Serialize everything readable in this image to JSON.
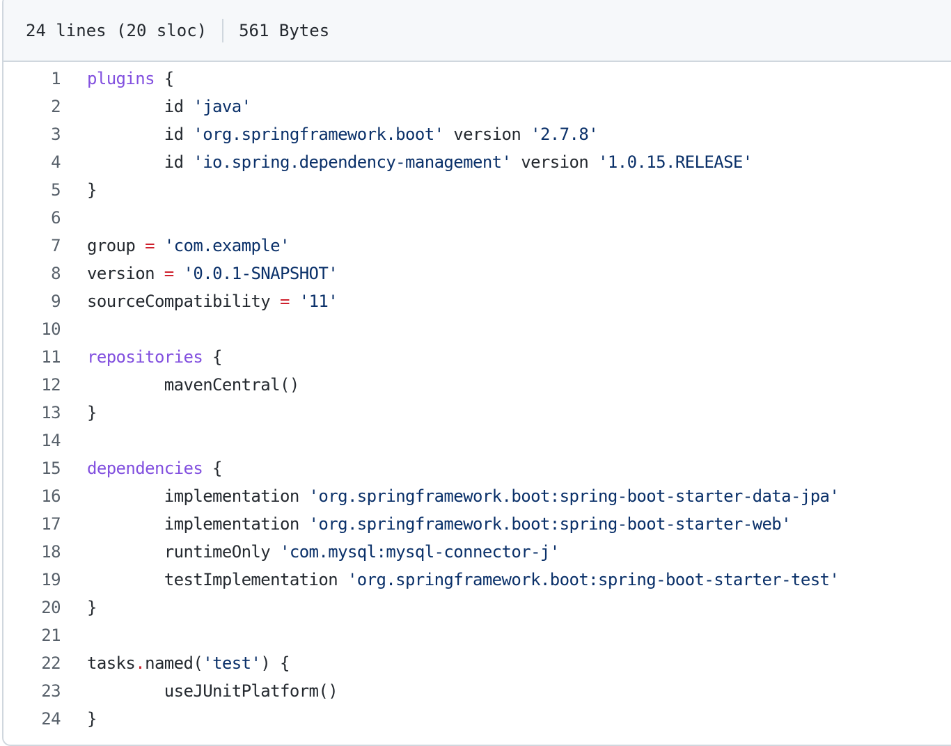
{
  "header": {
    "lines_info": "24 lines (20 sloc)",
    "size_info": "561 Bytes"
  },
  "code_lines": [
    {
      "n": "1",
      "tokens": [
        {
          "t": "plugins",
          "c": "kw"
        },
        {
          "t": " {",
          "c": "id"
        }
      ]
    },
    {
      "n": "2",
      "tokens": [
        {
          "t": "        id ",
          "c": "id"
        },
        {
          "t": "'java'",
          "c": "str"
        }
      ]
    },
    {
      "n": "3",
      "tokens": [
        {
          "t": "        id ",
          "c": "id"
        },
        {
          "t": "'org.springframework.boot'",
          "c": "str"
        },
        {
          "t": " version ",
          "c": "id"
        },
        {
          "t": "'2.7.8'",
          "c": "str"
        }
      ]
    },
    {
      "n": "4",
      "tokens": [
        {
          "t": "        id ",
          "c": "id"
        },
        {
          "t": "'io.spring.dependency-management'",
          "c": "str"
        },
        {
          "t": " version ",
          "c": "id"
        },
        {
          "t": "'1.0.15.RELEASE'",
          "c": "str"
        }
      ]
    },
    {
      "n": "5",
      "tokens": [
        {
          "t": "}",
          "c": "id"
        }
      ]
    },
    {
      "n": "6",
      "tokens": []
    },
    {
      "n": "7",
      "tokens": [
        {
          "t": "group ",
          "c": "id"
        },
        {
          "t": "=",
          "c": "op"
        },
        {
          "t": " ",
          "c": "id"
        },
        {
          "t": "'com.example'",
          "c": "str"
        }
      ]
    },
    {
      "n": "8",
      "tokens": [
        {
          "t": "version ",
          "c": "id"
        },
        {
          "t": "=",
          "c": "op"
        },
        {
          "t": " ",
          "c": "id"
        },
        {
          "t": "'0.0.1-SNAPSHOT'",
          "c": "str"
        }
      ]
    },
    {
      "n": "9",
      "tokens": [
        {
          "t": "sourceCompatibility ",
          "c": "id"
        },
        {
          "t": "=",
          "c": "op"
        },
        {
          "t": " ",
          "c": "id"
        },
        {
          "t": "'11'",
          "c": "str"
        }
      ]
    },
    {
      "n": "10",
      "tokens": []
    },
    {
      "n": "11",
      "tokens": [
        {
          "t": "repositories",
          "c": "kw"
        },
        {
          "t": " {",
          "c": "id"
        }
      ]
    },
    {
      "n": "12",
      "tokens": [
        {
          "t": "        mavenCentral()",
          "c": "id"
        }
      ]
    },
    {
      "n": "13",
      "tokens": [
        {
          "t": "}",
          "c": "id"
        }
      ]
    },
    {
      "n": "14",
      "tokens": []
    },
    {
      "n": "15",
      "tokens": [
        {
          "t": "dependencies",
          "c": "kw"
        },
        {
          "t": " {",
          "c": "id"
        }
      ]
    },
    {
      "n": "16",
      "tokens": [
        {
          "t": "        implementation ",
          "c": "id"
        },
        {
          "t": "'org.springframework.boot:spring-boot-starter-data-jpa'",
          "c": "str"
        }
      ]
    },
    {
      "n": "17",
      "tokens": [
        {
          "t": "        implementation ",
          "c": "id"
        },
        {
          "t": "'org.springframework.boot:spring-boot-starter-web'",
          "c": "str"
        }
      ]
    },
    {
      "n": "18",
      "tokens": [
        {
          "t": "        runtimeOnly ",
          "c": "id"
        },
        {
          "t": "'com.mysql:mysql-connector-j'",
          "c": "str"
        }
      ]
    },
    {
      "n": "19",
      "tokens": [
        {
          "t": "        testImplementation ",
          "c": "id"
        },
        {
          "t": "'org.springframework.boot:spring-boot-starter-test'",
          "c": "str"
        }
      ]
    },
    {
      "n": "20",
      "tokens": [
        {
          "t": "}",
          "c": "id"
        }
      ]
    },
    {
      "n": "21",
      "tokens": []
    },
    {
      "n": "22",
      "tokens": [
        {
          "t": "tasks",
          "c": "id"
        },
        {
          "t": ".",
          "c": "op"
        },
        {
          "t": "named(",
          "c": "id"
        },
        {
          "t": "'test'",
          "c": "str"
        },
        {
          "t": ") {",
          "c": "id"
        }
      ]
    },
    {
      "n": "23",
      "tokens": [
        {
          "t": "        useJUnitPlatform()",
          "c": "id"
        }
      ]
    },
    {
      "n": "24",
      "tokens": [
        {
          "t": "}",
          "c": "id"
        }
      ]
    }
  ]
}
